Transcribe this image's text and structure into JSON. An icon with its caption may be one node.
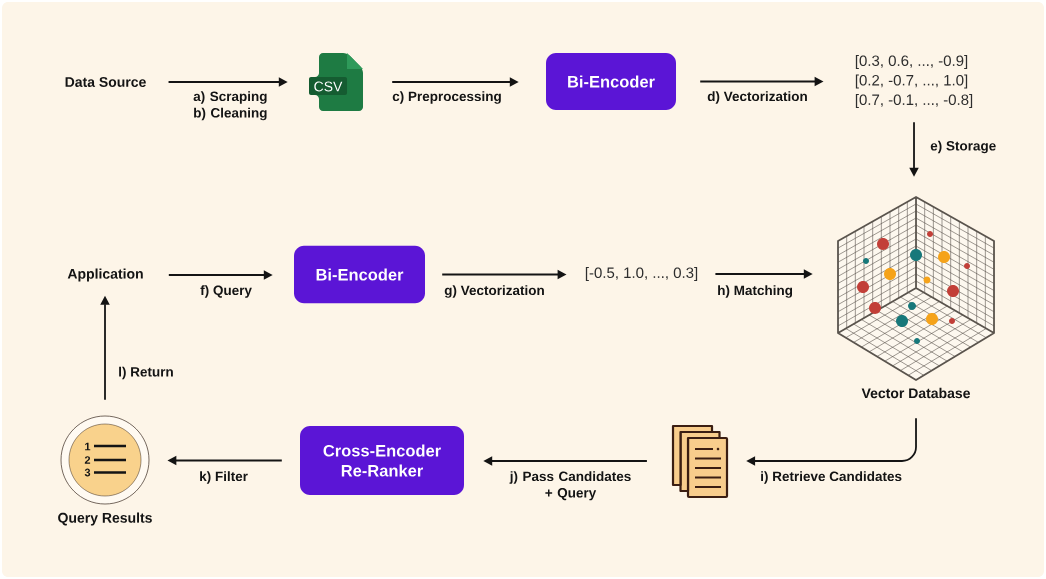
{
  "diagram": {
    "nodes": [
      {
        "text": [
          "Data Source"
        ]
      },
      {
        "text": [
          "CSV"
        ]
      },
      {
        "text": [
          "Bi-Encoder"
        ]
      },
      {
        "text": [
          "[0.3, 0.6, ..., -0.9]",
          "[0.2, -0.7, ..., 1.0]",
          "[0.7, -0.1, ..., -0.8]"
        ]
      },
      {
        "text": [
          "Application"
        ]
      },
      {
        "text": [
          "Bi-Encoder"
        ]
      },
      {
        "text": [
          "[-0.5, 1.0, ..., 0.3]"
        ]
      },
      {
        "text": [
          "Vector Database"
        ]
      },
      {
        "text": [
          "Query Results"
        ]
      },
      {
        "text": [
          "Cross-Encoder Re-Ranker"
        ]
      },
      {
        "text": [],
        "shape": "picture"
      }
    ],
    "edges": [
      {
        "from": 0,
        "to": 1,
        "arrow": "to",
        "label": "a) Scraping b) Cleaning"
      },
      {
        "from": 1,
        "to": 2,
        "arrow": "to",
        "label": "c) Preprocessing"
      },
      {
        "from": 2,
        "to": 3,
        "arrow": "to",
        "label": "d) Vectorization"
      },
      {
        "from": 3,
        "to": 7,
        "arrow": "to",
        "label": "e) Storage"
      },
      {
        "from": 4,
        "to": 5,
        "arrow": "to",
        "label": "f) Query"
      },
      {
        "from": 5,
        "to": 6,
        "arrow": "to",
        "label": "g) Vectorization"
      },
      {
        "from": 6,
        "to": 7,
        "arrow": "to",
        "label": "h) Matching"
      },
      {
        "from": 7,
        "to": 10,
        "arrow": "to",
        "label": "i) Retrieve Candidates"
      },
      {
        "from": 10,
        "to": 9,
        "arrow": "to",
        "label": "j) Pass Candidates + Query"
      },
      {
        "from": 9,
        "to": 8,
        "arrow": "to",
        "label": "k) Filter"
      },
      {
        "from": 8,
        "to": 4,
        "arrow": "to",
        "label": "l) Return"
      }
    ],
    "labels": [
      "1",
      "2",
      "3"
    ]
  }
}
